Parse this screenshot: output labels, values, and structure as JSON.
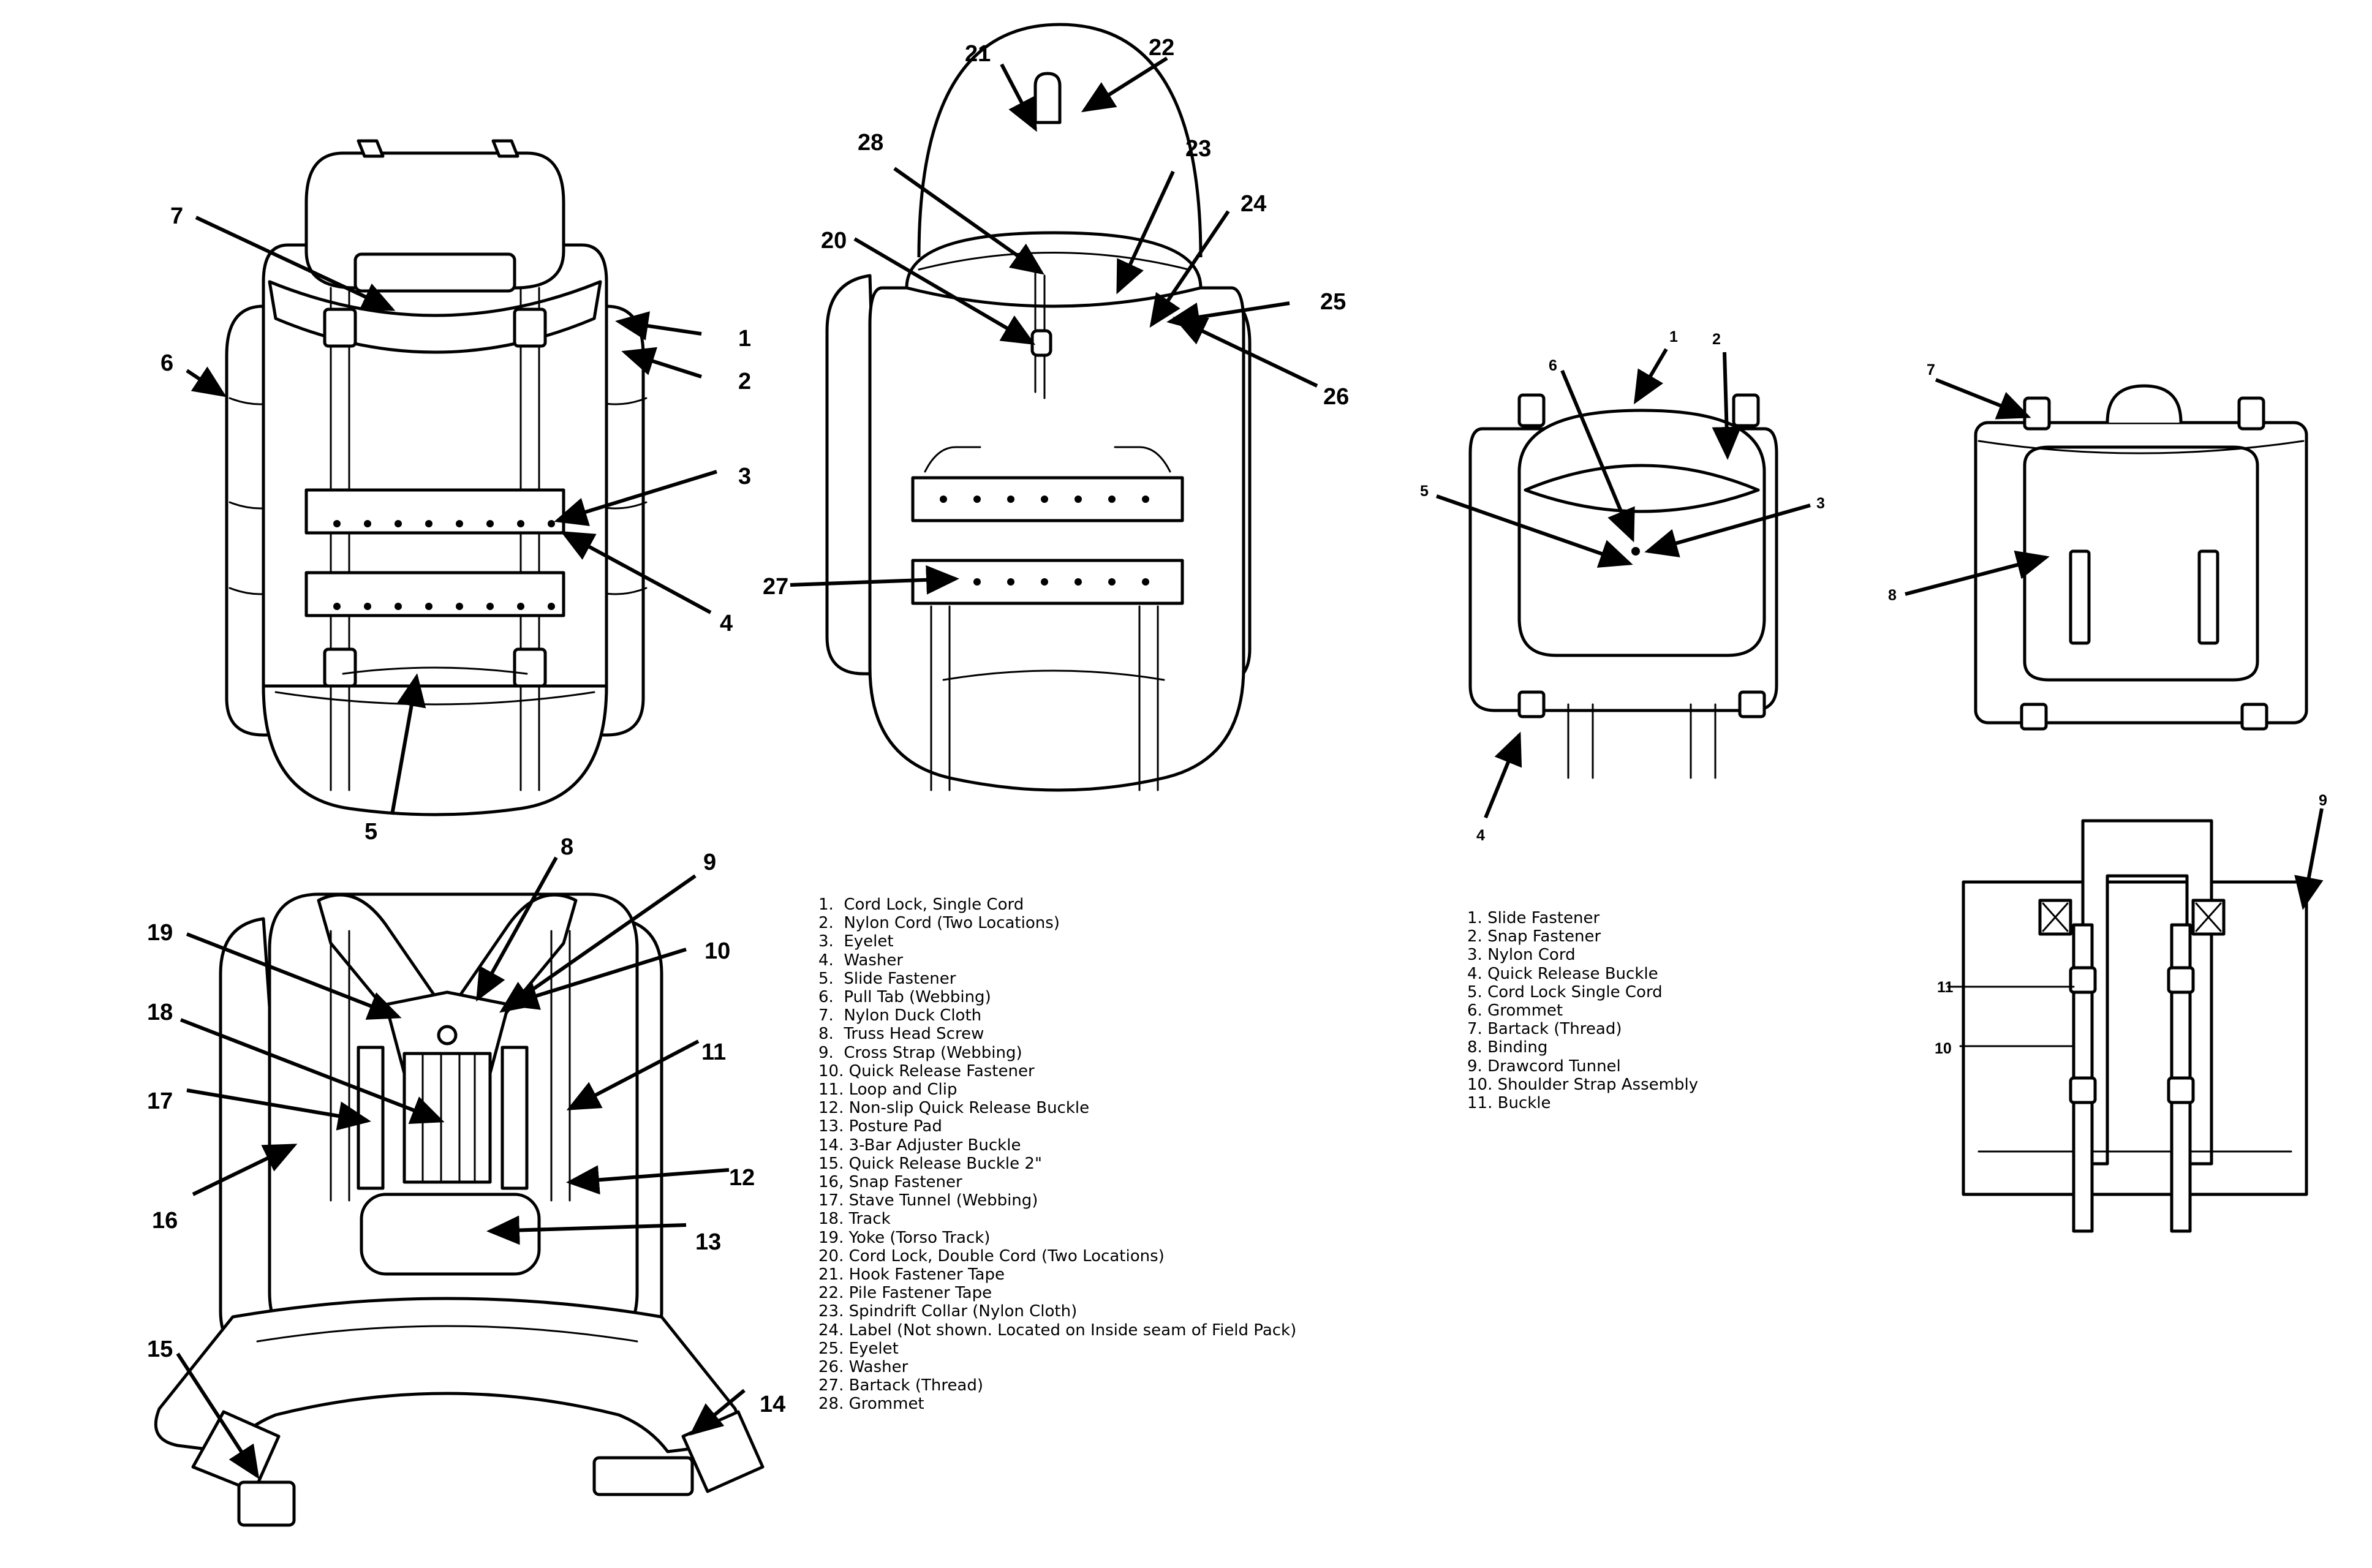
{
  "main_legend": [
    "1.  Cord Lock, Single Cord",
    "2.  Nylon Cord (Two Locations)",
    "3.  Eyelet",
    "4.  Washer",
    "5.  Slide Fastener",
    "6.  Pull Tab (Webbing)",
    "7.  Nylon Duck Cloth",
    "8.  Truss Head Screw",
    "9.  Cross Strap (Webbing)",
    "10. Quick Release Fastener",
    "11. Loop and Clip",
    "12. Non-slip Quick Release Buckle",
    "13. Posture Pad",
    "14. 3-Bar Adjuster Buckle",
    "15. Quick Release Buckle 2\"",
    "16, Snap Fastener",
    "17. Stave Tunnel (Webbing)",
    "18. Track",
    "19. Yoke (Torso Track)",
    "20. Cord Lock, Double Cord (Two Locations)",
    "21. Hook Fastener Tape",
    "22. Pile Fastener Tape",
    "23. Spindrift Collar (Nylon Cloth)",
    "24. Label (Not shown. Located on Inside seam of Field Pack)",
    "25. Eyelet",
    "26. Washer",
    "27. Bartack (Thread)",
    "28. Grommet"
  ],
  "sub_legend": [
    "1. Slide Fastener",
    "2. Snap Fastener",
    "3. Nylon Cord",
    "4. Quick Release Buckle",
    "5. Cord Lock Single Cord",
    "6. Grommet",
    "7. Bartack (Thread)",
    "8. Binding",
    "9. Drawcord Tunnel",
    "10. Shoulder Strap Assembly",
    "11. Buckle"
  ],
  "callouts": {
    "front": [
      "1",
      "2",
      "3",
      "4",
      "5",
      "6",
      "7"
    ],
    "top_open": [
      "20",
      "21",
      "22",
      "23",
      "24",
      "25",
      "26",
      "27",
      "28"
    ],
    "back": [
      "8",
      "9",
      "10",
      "11",
      "12",
      "13",
      "14",
      "15",
      "16",
      "17",
      "18",
      "19"
    ],
    "sub_front": [
      "1",
      "2",
      "3",
      "4",
      "5",
      "6"
    ],
    "sub_rear": [
      "7",
      "8"
    ],
    "sub_back": [
      "9",
      "10",
      "11"
    ]
  }
}
